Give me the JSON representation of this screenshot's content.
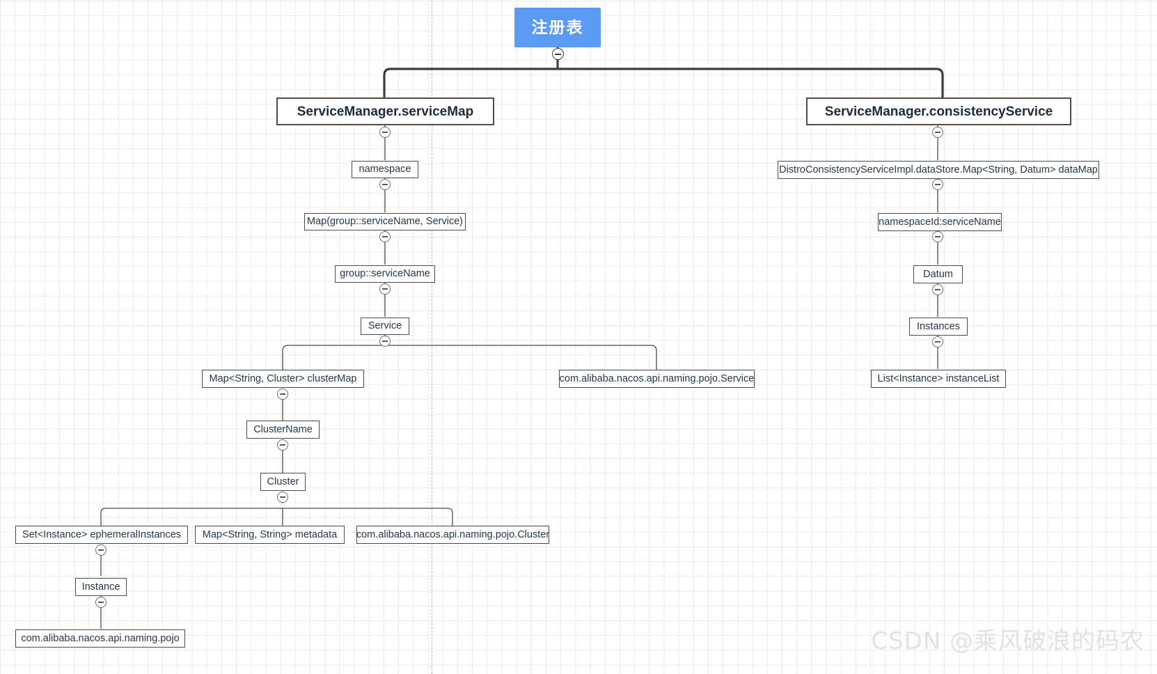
{
  "diagram": {
    "title": "注册表",
    "type": "mind-map-tree",
    "colors": {
      "root_fill": "#5b9bf3",
      "root_text": "#ffffff",
      "node_border": "#4c4c4c",
      "node_text": "#25374b",
      "edge_primary": "#3d3d3d",
      "edge_secondary": "#4a4a4a",
      "grid_line": "#eaeaea",
      "guide_line": "#b9b9b9",
      "watermark": "#e2e2e6"
    },
    "toggle_icon": "collapse-minus-icon",
    "nodes": {
      "root": "注册表",
      "service_map": "ServiceManager.serviceMap",
      "consistency_service": "ServiceManager.consistencyService",
      "namespace": "namespace",
      "map_group_service": "Map(group::serviceName, Service)",
      "group_service_name": "group::serviceName",
      "service": "Service",
      "cluster_map": "Map<String, Cluster> clusterMap",
      "pojo_service": "com.alibaba.nacos.api.naming.pojo.Service",
      "cluster_name": "ClusterName",
      "cluster": "Cluster",
      "ephemeral_instances": "Set<Instance> ephemeralInstances",
      "metadata": "Map<String, String> metadata",
      "pojo_cluster": "com.alibaba.nacos.api.naming.pojo.Cluster",
      "instance": "Instance",
      "pojo_naming": "com.alibaba.nacos.api.naming.pojo",
      "data_map": "DistroConsistencyServiceImpl.dataStore.Map<String, Datum> dataMap",
      "namespace_id_service_name": "namespaceId:serviceName",
      "datum": "Datum",
      "instances": "Instances",
      "instance_list": "List<Instance> instanceList"
    }
  },
  "watermark": {
    "text": "CSDN @乘风破浪的码农"
  }
}
